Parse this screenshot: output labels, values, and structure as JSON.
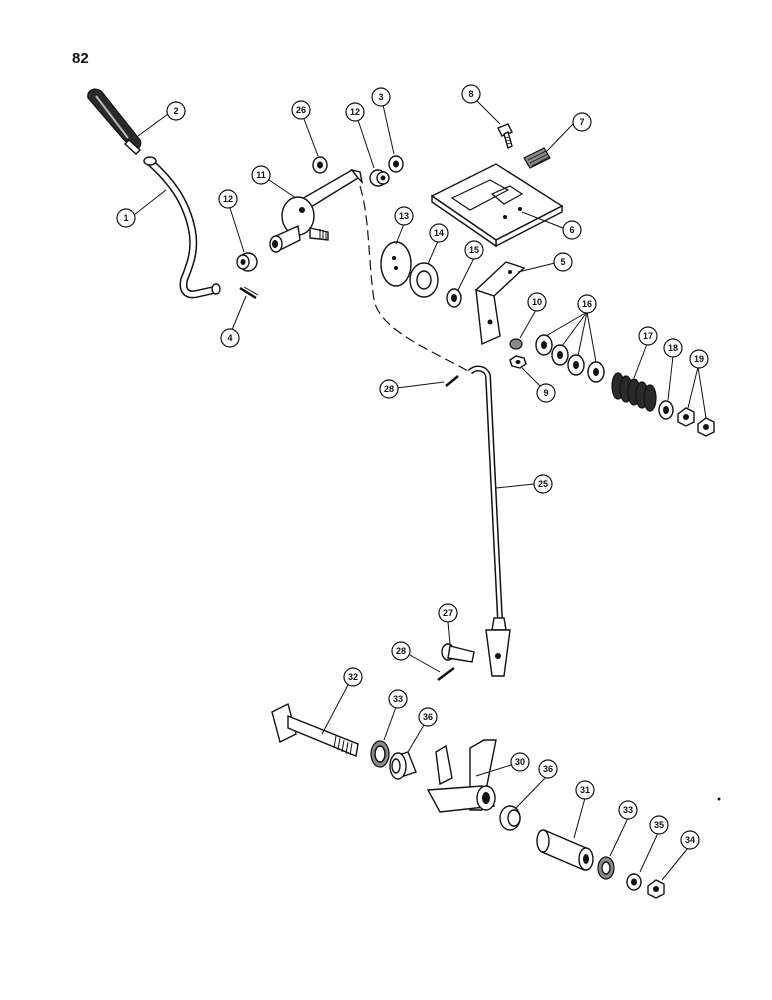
{
  "page": {
    "number": "82"
  },
  "callouts": [
    {
      "id": "c2",
      "label": "2"
    },
    {
      "id": "c1",
      "label": "1"
    },
    {
      "id": "c4",
      "label": "4"
    },
    {
      "id": "c12a",
      "label": "12"
    },
    {
      "id": "c11",
      "label": "11"
    },
    {
      "id": "c26",
      "label": "26"
    },
    {
      "id": "c12b",
      "label": "12"
    },
    {
      "id": "c3",
      "label": "3"
    },
    {
      "id": "c8",
      "label": "8"
    },
    {
      "id": "c7",
      "label": "7"
    },
    {
      "id": "c6",
      "label": "6"
    },
    {
      "id": "c13",
      "label": "13"
    },
    {
      "id": "c14",
      "label": "14"
    },
    {
      "id": "c15",
      "label": "15"
    },
    {
      "id": "c5",
      "label": "5"
    },
    {
      "id": "c10",
      "label": "10"
    },
    {
      "id": "c16",
      "label": "16"
    },
    {
      "id": "c9",
      "label": "9"
    },
    {
      "id": "c17",
      "label": "17"
    },
    {
      "id": "c18",
      "label": "18"
    },
    {
      "id": "c19",
      "label": "19"
    },
    {
      "id": "c28a",
      "label": "28"
    },
    {
      "id": "c25",
      "label": "25"
    },
    {
      "id": "c27",
      "label": "27"
    },
    {
      "id": "c28b",
      "label": "28"
    },
    {
      "id": "c32",
      "label": "32"
    },
    {
      "id": "c33a",
      "label": "33"
    },
    {
      "id": "c36a",
      "label": "36"
    },
    {
      "id": "c30",
      "label": "30"
    },
    {
      "id": "c36b",
      "label": "36"
    },
    {
      "id": "c31",
      "label": "31"
    },
    {
      "id": "c33b",
      "label": "33"
    },
    {
      "id": "c35",
      "label": "35"
    },
    {
      "id": "c34",
      "label": "34"
    }
  ]
}
